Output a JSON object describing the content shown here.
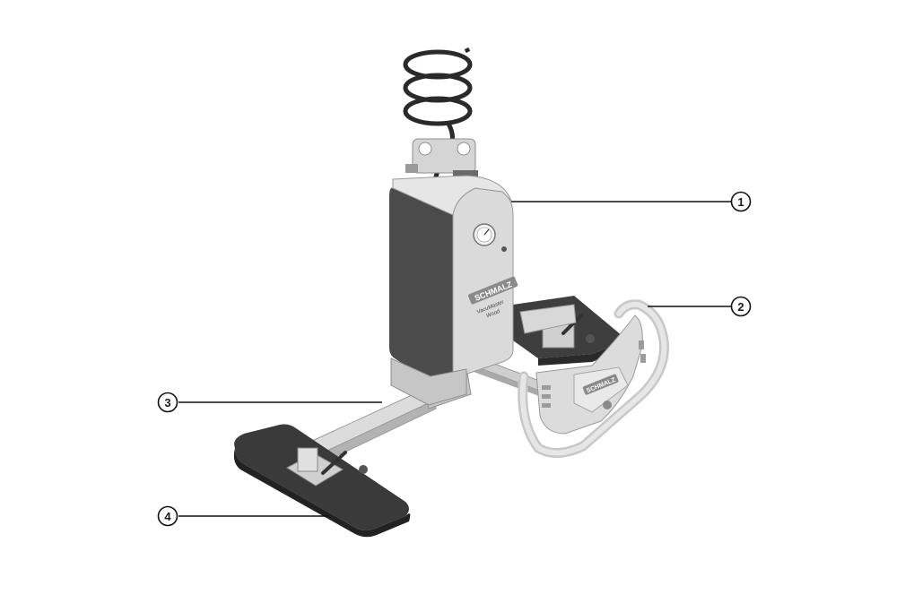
{
  "figure": {
    "subject": "vacuum-lifter-with-handle",
    "brand_label": "SCHMALZ",
    "model_label_line1": "VacuMaster",
    "model_label_line2": "Wood",
    "handle_brand_label": "SCHMALZ",
    "colors": {
      "housing": "#d9d9d9",
      "housing_dark": "#a8a8a8",
      "panel": "#4a4a4a",
      "pad": "#3c3c3c",
      "hose": "#2a2a2a",
      "leader": "#111111"
    },
    "callouts": [
      {
        "number": "1",
        "part": "vacuum-generator-housing"
      },
      {
        "number": "2",
        "part": "control-handle"
      },
      {
        "number": "3",
        "part": "load-beam"
      },
      {
        "number": "4",
        "part": "suction-plate"
      }
    ]
  }
}
